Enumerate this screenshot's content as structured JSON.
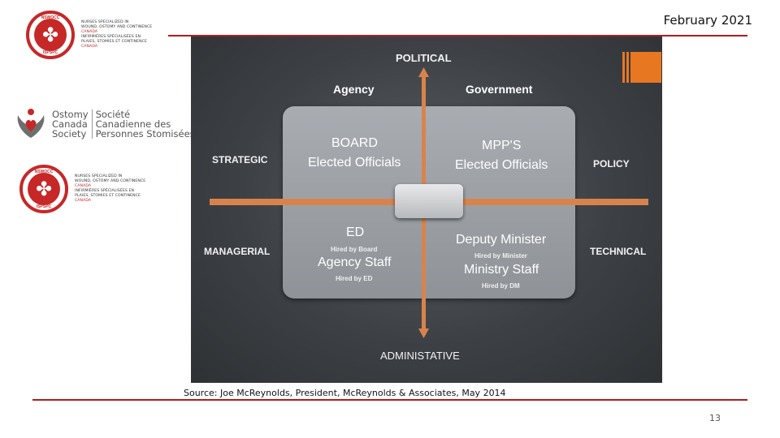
{
  "header": {
    "date": "February 2021"
  },
  "logos": {
    "nswoc": {
      "seal_top": "NSWOCC",
      "seal_bottom": "ISPSPC",
      "lines": [
        "NURSES SPECIALIZED IN",
        "WOUND, OSTOMY AND CONTINENCE",
        "CANADA",
        "INFIRMIÈRES SPÉCIALISÉES EN",
        "PLAIES, STOMIES ET CONTINENCE",
        "CANADA"
      ]
    },
    "ostomy": {
      "en": [
        "Ostomy",
        "Canada",
        "Society"
      ],
      "fr": [
        "Société",
        "Canadienne des",
        "Personnes Stomisées"
      ]
    },
    "colors": {
      "brand_red": "#c62828",
      "accent_orange": "#e87722"
    }
  },
  "diagram": {
    "axes": {
      "top": "POLITICAL",
      "bottom": "ADMINISTATIVE",
      "left_upper": "STRATEGIC",
      "left_lower": "MANAGERIAL",
      "right_upper": "POLICY",
      "right_lower": "TECHNICAL"
    },
    "headers": {
      "left": "Agency",
      "right": "Government"
    },
    "quadrants": {
      "top_left": {
        "line1": "BOARD",
        "line2": "Elected Officials"
      },
      "top_right": {
        "line1": "MPP'S",
        "line2": "Elected Officials"
      },
      "bottom_left": {
        "title": "ED",
        "sub1": "Hired by Board",
        "title2": "Agency Staff",
        "sub2": "Hired by ED"
      },
      "bottom_right": {
        "title": "Deputy Minister",
        "sub1": "Hired by Minister",
        "title2": "Ministry Staff",
        "sub2": "Hired by DM"
      }
    }
  },
  "footer": {
    "source": "Source: Joe McReynolds, President, McReynolds & Associates, May 2014",
    "page_number": "13"
  }
}
